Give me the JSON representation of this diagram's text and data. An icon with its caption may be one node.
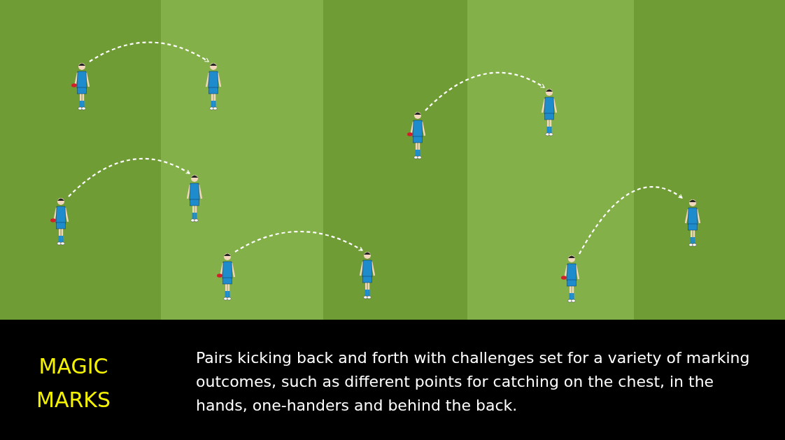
{
  "diagram": {
    "title": "MAGIC MARKS",
    "caption": "Pairs kicking back and forth with challenges set for a variety of marking outcomes, such as different points for catching on the chest, in the hands, one-handers and behind the back.",
    "nodes": [
      {
        "text": [],
        "shape": "person"
      },
      {
        "text": [],
        "shape": "person"
      },
      {
        "text": [],
        "shape": "person"
      },
      {
        "text": [],
        "shape": "person"
      },
      {
        "text": [],
        "shape": "person"
      },
      {
        "text": [],
        "shape": "person"
      },
      {
        "text": [],
        "shape": "person"
      },
      {
        "text": [],
        "shape": "person"
      },
      {
        "text": [],
        "shape": "person"
      },
      {
        "text": [],
        "shape": "person"
      }
    ],
    "edges": [
      {
        "from": 0,
        "to": 1,
        "arrow": "to",
        "style": "dashed"
      },
      {
        "from": 2,
        "to": 3,
        "arrow": "to",
        "style": "dashed"
      },
      {
        "from": 4,
        "to": 5,
        "arrow": "to",
        "style": "dashed"
      },
      {
        "from": 7,
        "to": 8,
        "arrow": "to",
        "style": "dashed"
      },
      {
        "from": 9,
        "to": 6,
        "arrow": "to",
        "style": "dashed"
      }
    ]
  }
}
